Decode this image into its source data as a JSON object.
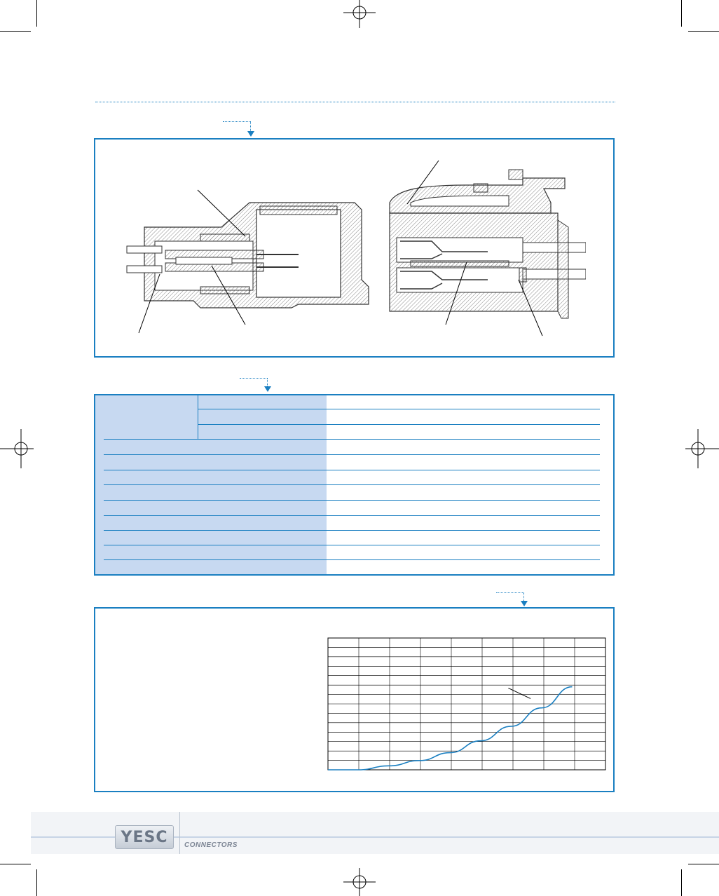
{
  "brand": {
    "logo_text": "YESC",
    "tagline": "CONNECTORS"
  },
  "colors": {
    "accent": "#1a7fc1",
    "table_fill": "#c7d9f1",
    "curve": "#1a7fc1"
  },
  "cross_section": {
    "left_drawing": "connector-cross-section-left",
    "right_drawing": "connector-cross-section-right"
  },
  "spec_table": {
    "grouped_rows": 3,
    "plain_rows": 9
  },
  "chart_data": {
    "type": "line",
    "title": "",
    "xlabel": "",
    "ylabel": "",
    "x_grid_divisions": 9,
    "y_grid_divisions": 14,
    "grid": true,
    "series": [
      {
        "values_normalized": [
          [
            0.0,
            0.0
          ],
          [
            0.11,
            0.0
          ],
          [
            0.22,
            0.03
          ],
          [
            0.33,
            0.07
          ],
          [
            0.44,
            0.13
          ],
          [
            0.55,
            0.22
          ],
          [
            0.66,
            0.33
          ],
          [
            0.77,
            0.47
          ],
          [
            0.88,
            0.63
          ]
        ]
      }
    ]
  }
}
